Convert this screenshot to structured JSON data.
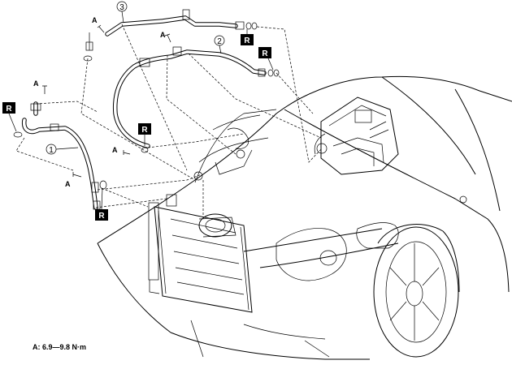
{
  "callouts": {
    "item1": "1",
    "item2": "2",
    "item3": "3"
  },
  "bolt_label": "A",
  "replace_label": "R",
  "torque_note": "A: 6.9—9.8 N·m"
}
